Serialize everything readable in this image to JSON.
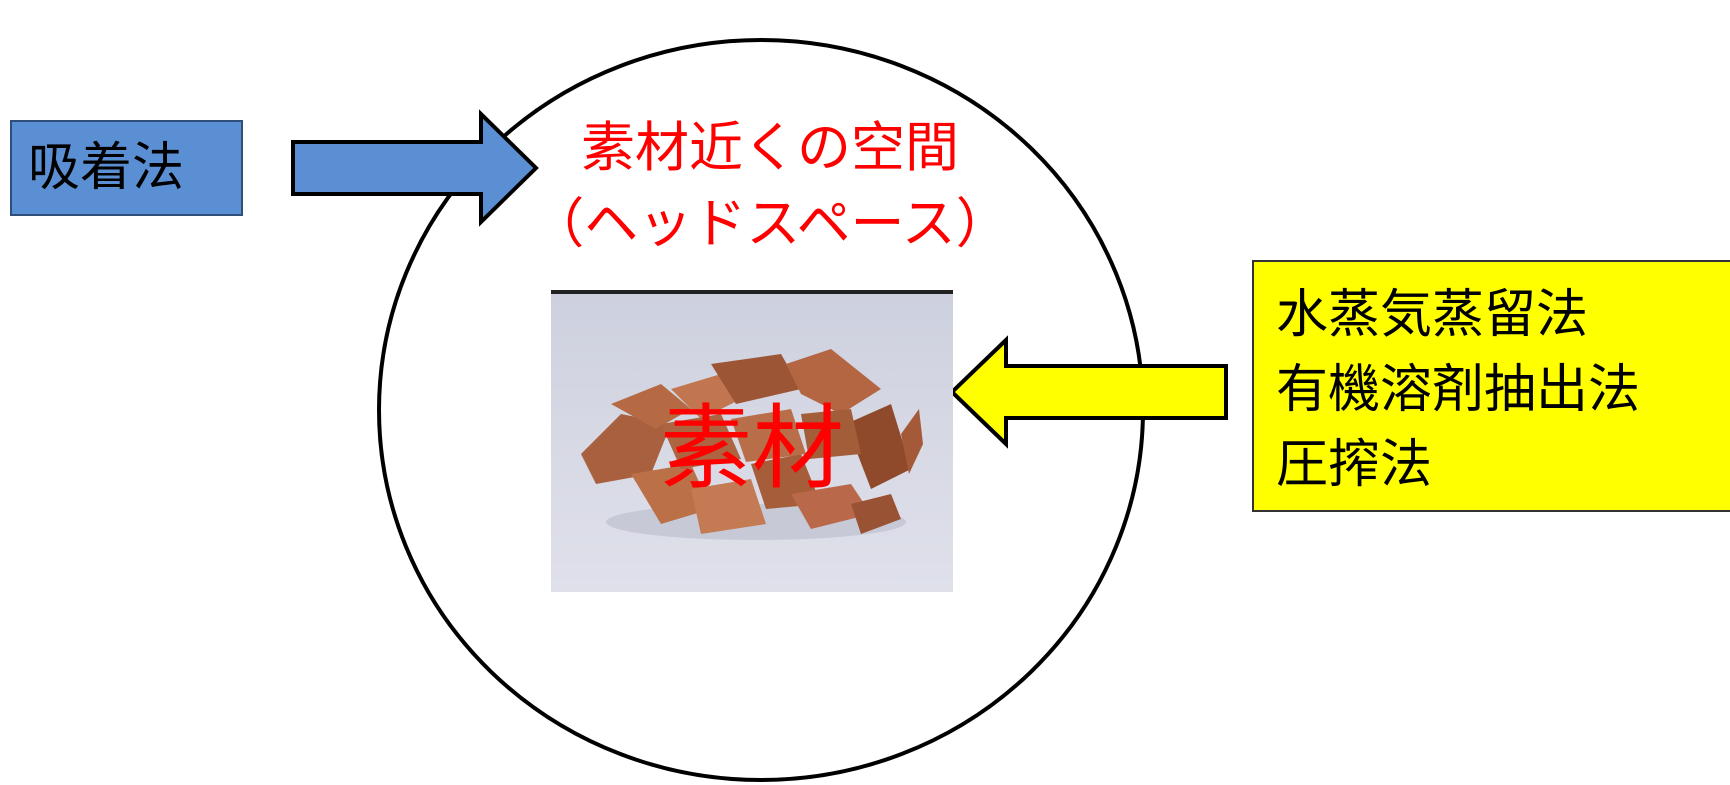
{
  "headspace": {
    "line1": "素材近くの空間",
    "line2": "（ヘッドスペース）",
    "color": "#ff0000"
  },
  "adsorption_method": {
    "label": "吸着法",
    "fill_color": "#5b8fd4"
  },
  "extraction_methods": {
    "items": [
      "水蒸気蒸留法",
      "有機溶剤抽出法",
      "圧搾法"
    ],
    "fill_color": "#ffff00"
  },
  "material": {
    "label": "素材",
    "color": "#ff0000"
  },
  "arrows": {
    "blue_color": "#5b8fd4",
    "yellow_color": "#ffff00"
  }
}
